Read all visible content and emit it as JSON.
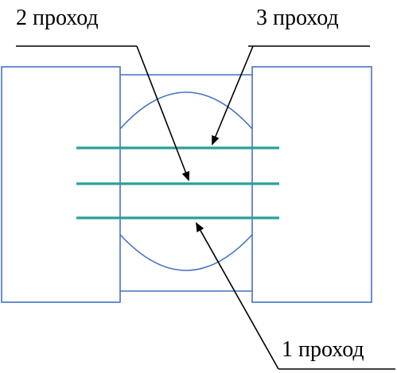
{
  "labels": {
    "pass_2": "2 проход",
    "pass_3": "3 проход",
    "pass_1": "1 проход"
  },
  "colors": {
    "outline": "#4472c4",
    "weld_line": "#2aa198",
    "arrow": "#000000",
    "background": "#ffffff"
  }
}
